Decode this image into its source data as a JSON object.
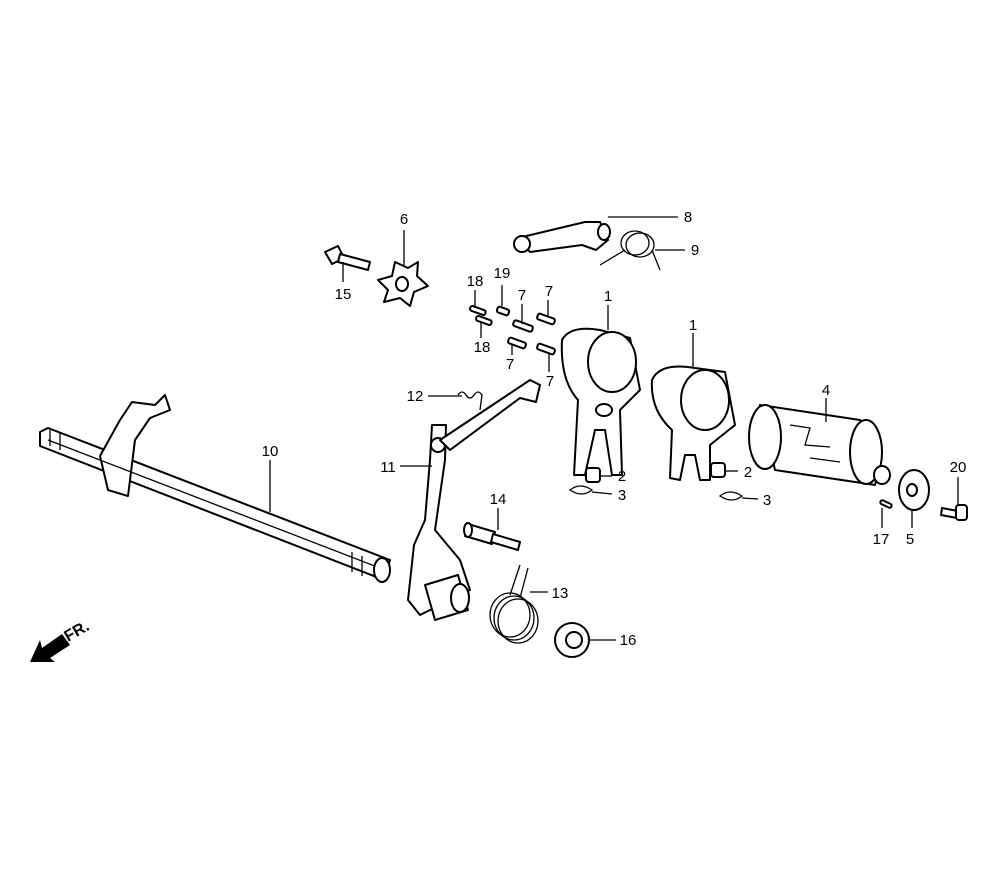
{
  "diagram": {
    "direction_marker": "FR.",
    "callouts": {
      "fork_a": "1",
      "fork_b": "1",
      "pin_a": "2",
      "pin_b": "2",
      "clip_a": "3",
      "clip_b": "3",
      "drum": "4",
      "cam_plate": "5",
      "stopper_plate": "6",
      "pin_7a": "7",
      "pin_7b": "7",
      "pin_7c": "7",
      "pin_7d": "7",
      "stopper_arm": "8",
      "arm_spring": "9",
      "shift_shaft": "10",
      "shift_arm": "11",
      "arm_spring_small": "12",
      "return_spring": "13",
      "stud_bolt": "14",
      "bolt": "15",
      "oil_seal": "16",
      "dowel_pin": "17",
      "pin_18a": "18",
      "pin_18b": "18",
      "pin_19": "19",
      "socket_bolt": "20"
    }
  }
}
